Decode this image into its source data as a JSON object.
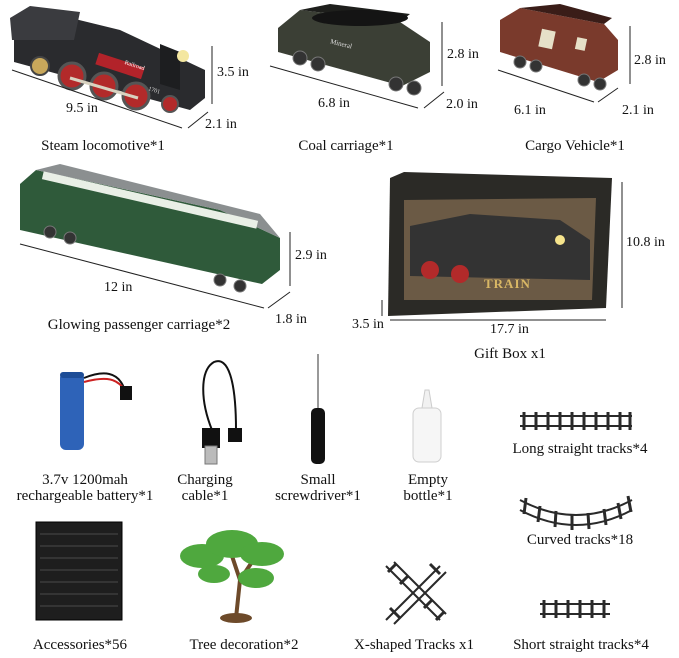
{
  "items": {
    "steam_locomotive": {
      "caption": "Steam locomotive*1",
      "length": "9.5 in",
      "height": "3.5 in",
      "width": "2.1 in",
      "plate": "Railroad",
      "number": "1701"
    },
    "coal_carriage": {
      "caption": "Coal carriage*1",
      "length": "6.8 in",
      "height": "2.8 in",
      "width": "2.0 in",
      "plate": "Mineral"
    },
    "cargo_vehicle": {
      "caption": "Cargo Vehicle*1",
      "length": "6.1 in",
      "height": "2.8 in",
      "width": "2.1 in"
    },
    "passenger_carriage": {
      "caption": "Glowing passenger carriage*2",
      "length": "12 in",
      "height": "2.9 in",
      "width": "1.8 in"
    },
    "gift_box": {
      "caption": "Gift Box x1",
      "length": "17.7 in",
      "height": "10.8 in",
      "width": "3.5 in",
      "brand": "TRAIN"
    },
    "battery": {
      "caption_line1": "3.7v 1200mah",
      "caption_line2": "rechargeable battery*1"
    },
    "charging_cable": {
      "caption_line1": "Charging",
      "caption_line2": "cable*1"
    },
    "screwdriver": {
      "caption_line1": "Small",
      "caption_line2": "screwdriver*1"
    },
    "empty_bottle": {
      "caption_line1": "Empty",
      "caption_line2": "bottle*1"
    },
    "long_tracks": {
      "caption": "Long straight tracks*4"
    },
    "curved_tracks": {
      "caption": "Curved tracks*18"
    },
    "accessories": {
      "caption": "Accessories*56"
    },
    "tree": {
      "caption": "Tree decoration*2"
    },
    "x_tracks": {
      "caption": "X-shaped Tracks x1"
    },
    "short_tracks": {
      "caption": "Short straight tracks*4"
    }
  },
  "colors": {
    "locomotive": "#2a2b2e",
    "coal_car": "#3b3f35",
    "cargo_car": "#7a3a2c",
    "passenger_car": "#2f5a3a",
    "battery": "#2e63b8",
    "tree": "#4fa83e",
    "track": "#2a2a2a"
  }
}
